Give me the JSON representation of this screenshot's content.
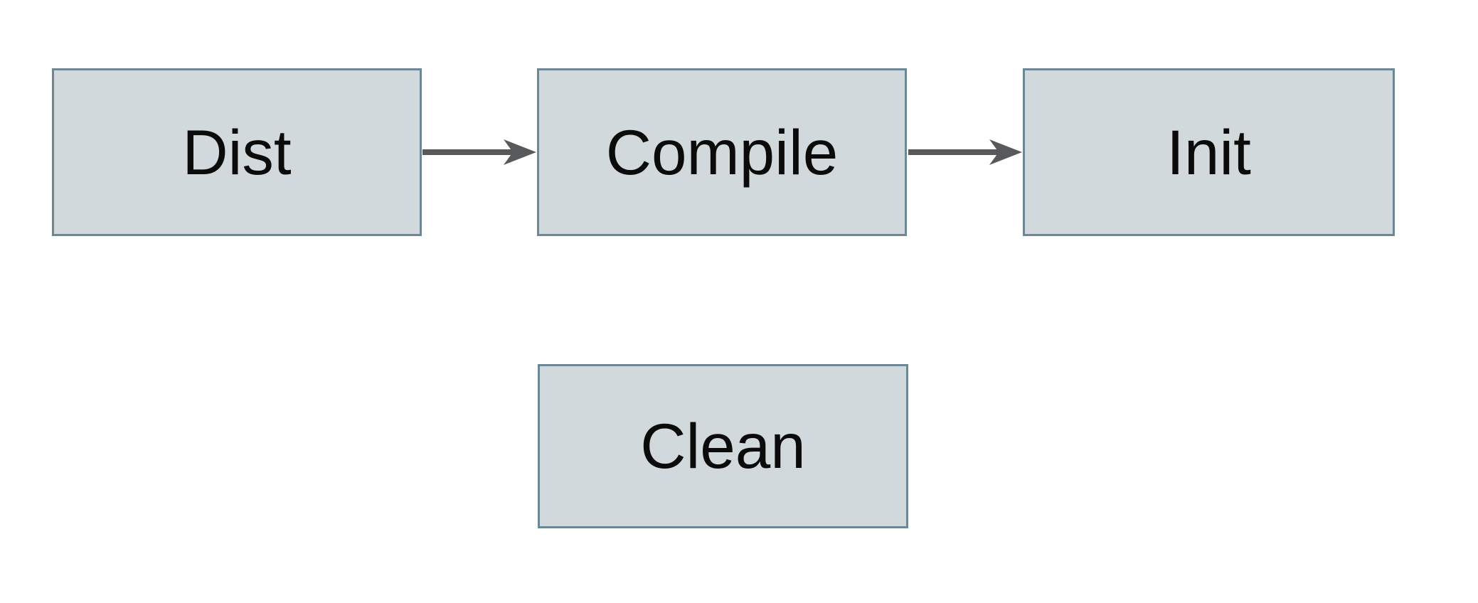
{
  "diagram": {
    "nodes": [
      {
        "id": "dist",
        "label": "Dist"
      },
      {
        "id": "compile",
        "label": "Compile"
      },
      {
        "id": "init",
        "label": "Init"
      },
      {
        "id": "clean",
        "label": "Clean"
      }
    ],
    "edges": [
      {
        "from": "dist",
        "to": "compile"
      },
      {
        "from": "compile",
        "to": "init"
      }
    ],
    "colors": {
      "node_fill": "#d1d9dc",
      "node_border": "#6e8795",
      "arrow": "#58595b",
      "text": "#0b0b0b",
      "background": "#ffffff"
    }
  }
}
